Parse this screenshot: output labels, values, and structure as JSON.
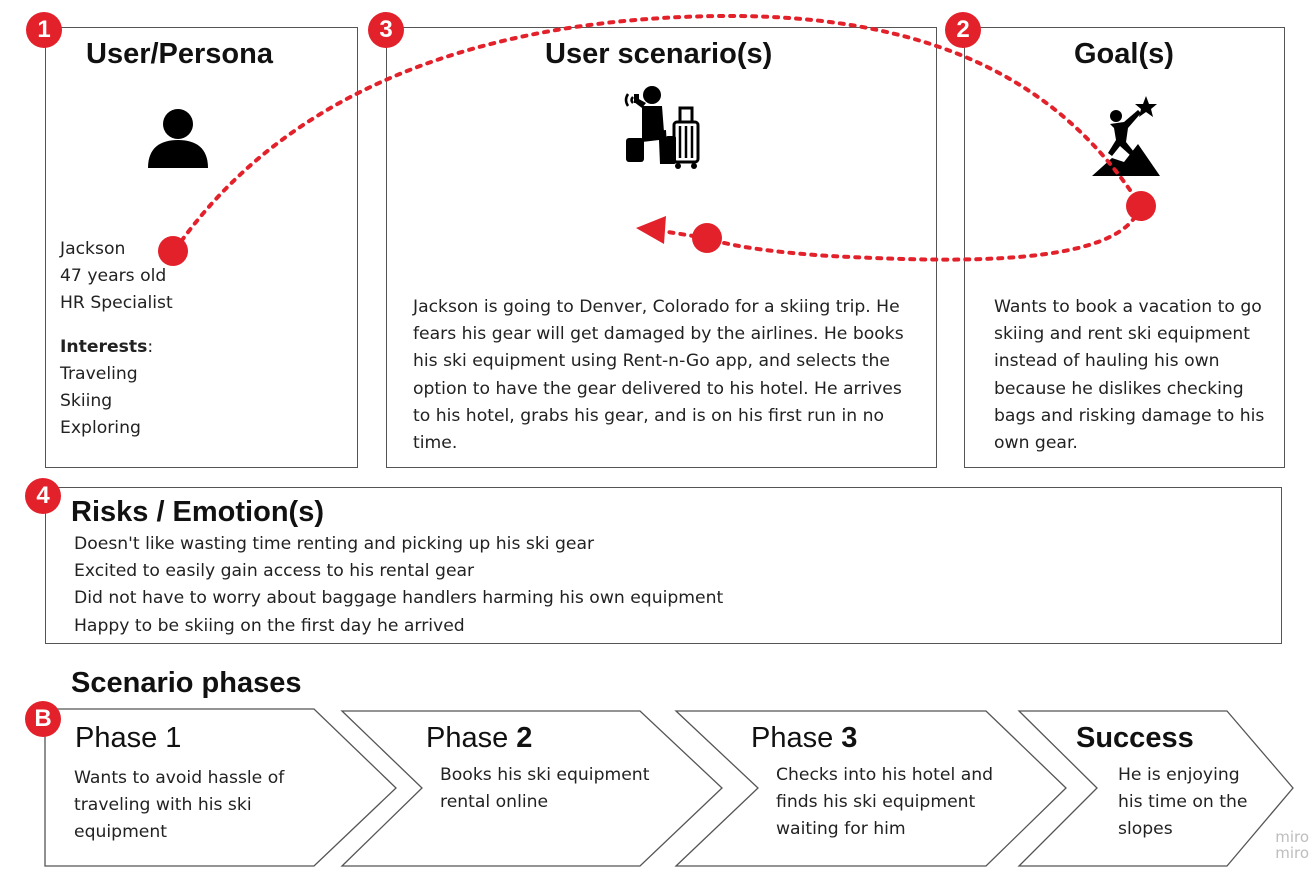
{
  "badges": {
    "user": "1",
    "goals": "2",
    "scenario": "3",
    "risks": "4",
    "phases": "B"
  },
  "persona": {
    "title": "User/Persona",
    "lines": [
      "Jackson",
      "47 years old",
      "HR Specialist"
    ],
    "interests_label": "Interests",
    "interests_colon": ":",
    "interests": [
      "Traveling",
      "Skiing",
      "Exploring"
    ]
  },
  "scenario": {
    "title": "User scenario(s)",
    "lines": [
      "Jackson is going to Denver, Colorado for a skiing trip. He",
      "fears his gear will get damaged by the airlines. He books",
      "his ski equipment using Rent-n-Go app, and selects the",
      "option to have the gear delivered to his hotel. He arrives",
      "to his hotel, grabs his gear, and is on his first run in no",
      "time."
    ]
  },
  "goals": {
    "title": "Goal(s)",
    "lines": [
      "Wants to book a vacation to go",
      "skiing and rent ski equipment",
      "instead of hauling his own",
      "because he dislikes checking",
      "bags and risking damage to his",
      "own gear."
    ]
  },
  "risks": {
    "title": "Risks / Emotion(s)",
    "lines": [
      "Doesn't like wasting time renting and picking up his ski gear",
      "Excited to easily gain access to his rental gear",
      "Did not have to worry about baggage handlers harming his own equipment",
      "Happy to be skiing on the first day he arrived"
    ]
  },
  "phases": {
    "title": "Scenario phases",
    "items": [
      {
        "label": "Phase ",
        "num": "1",
        "lines": [
          "Wants to avoid hassle of",
          "traveling with his ski",
          "equipment"
        ]
      },
      {
        "label": "Phase ",
        "num": "2",
        "lines": [
          "Books his ski equipment",
          "rental online"
        ]
      },
      {
        "label": "Phase ",
        "num": "3",
        "lines": [
          "Checks into his hotel and",
          "finds his ski equipment",
          "waiting for him"
        ]
      },
      {
        "label": "Success",
        "num": "",
        "lines": [
          "He is enjoying",
          "his time on the",
          "slopes"
        ]
      }
    ]
  },
  "watermark": [
    "miro",
    "miro"
  ],
  "icons": {
    "persona": "person-icon",
    "scenario": "traveler-with-luggage-icon",
    "goals": "climber-star-icon"
  },
  "colors": {
    "accent": "#e3212b",
    "border": "#555555",
    "text": "#222222"
  }
}
